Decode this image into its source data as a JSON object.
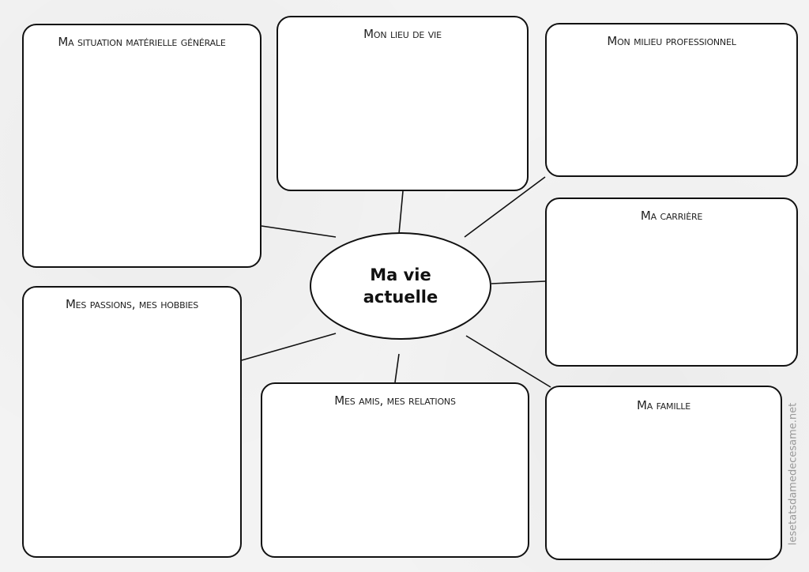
{
  "center": {
    "label": "Ma vie actuelle"
  },
  "boxes": [
    {
      "label": "Ma situation matérielle générale"
    },
    {
      "label": "Mon lieu de vie"
    },
    {
      "label": "Mon milieu professionnel"
    },
    {
      "label": "Ma carrière"
    },
    {
      "label": "Mes passions, mes hobbies"
    },
    {
      "label": "Mes amis, mes relations"
    },
    {
      "label": "Ma famille"
    }
  ],
  "watermark": "lesetatsdamedecesame.net"
}
